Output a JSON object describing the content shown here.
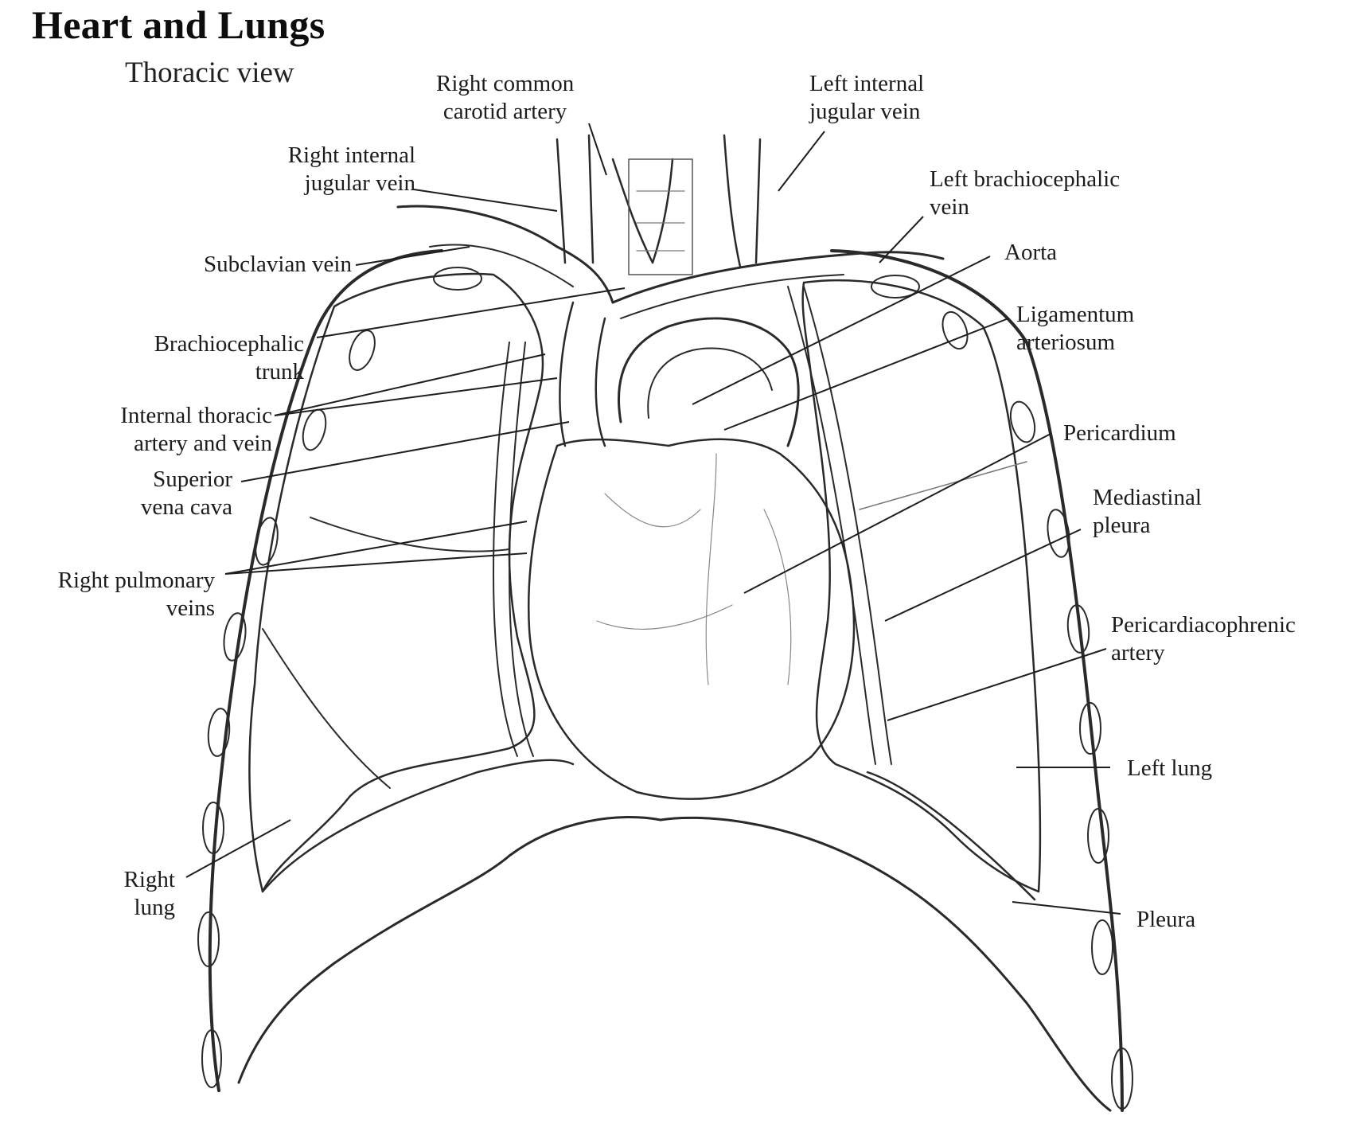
{
  "figure": {
    "title": "Heart and Lungs",
    "subtitle": "Thoracic view"
  },
  "labels": {
    "right_common_carotid_artery": [
      "Right common",
      "carotid artery"
    ],
    "left_internal_jugular_vein": [
      "Left internal",
      "jugular vein"
    ],
    "right_internal_jugular_vein": [
      "Right internal",
      "jugular vein"
    ],
    "left_brachiocephalic_vein": [
      "Left brachiocephalic",
      "vein"
    ],
    "subclavian_vein": [
      "Subclavian vein"
    ],
    "aorta": [
      "Aorta"
    ],
    "ligamentum_arteriosum": [
      "Ligamentum",
      "arteriosum"
    ],
    "brachiocephalic_trunk": [
      "Brachiocephalic",
      "trunk"
    ],
    "internal_thoracic_artery_and_vein": [
      "Internal thoracic",
      "artery and vein"
    ],
    "pericardium": [
      "Pericardium"
    ],
    "superior_vena_cava": [
      "Superior",
      "vena cava"
    ],
    "mediastinal_pleura": [
      "Mediastinal",
      "pleura"
    ],
    "right_pulmonary_veins": [
      "Right pulmonary",
      "veins"
    ],
    "pericardiacophrenic_artery": [
      "Pericardiacophrenic",
      "artery"
    ],
    "left_lung": [
      "Left lung"
    ],
    "right_lung": [
      "Right",
      "lung"
    ],
    "pleura": [
      "Pleura"
    ]
  },
  "colors": {
    "ink": "#1a1a1a",
    "line": "#2a2a2a",
    "shade": "#8a8a8a",
    "paper": "#ffffff"
  }
}
